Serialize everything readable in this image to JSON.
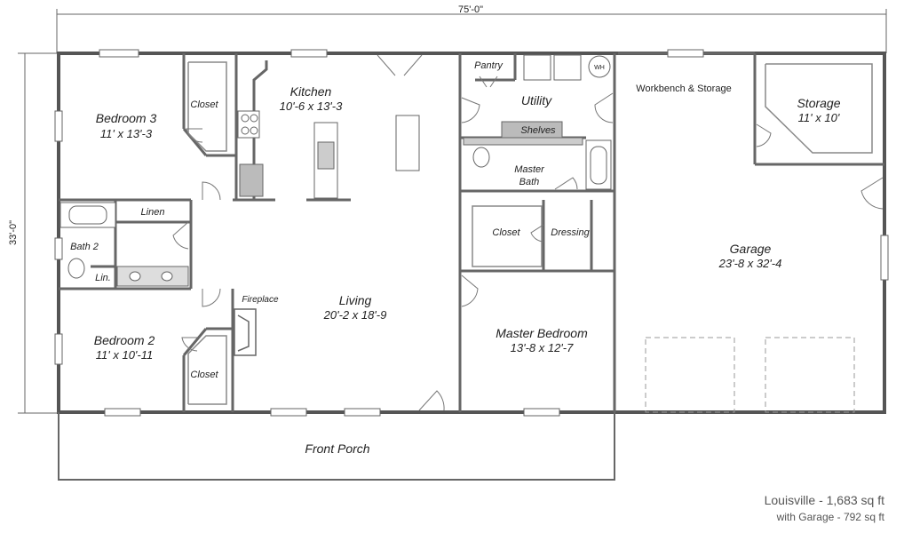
{
  "dimensions": {
    "width": "75'-0\"",
    "depth": "33'-0\""
  },
  "rooms": {
    "bedroom3": {
      "name": "Bedroom 3",
      "size": "11' x 13'-3"
    },
    "closet_b3": {
      "name": "Closet"
    },
    "kitchen": {
      "name": "Kitchen",
      "size": "10'-6 x 13'-3"
    },
    "pantry": {
      "name": "Pantry"
    },
    "utility": {
      "name": "Utility"
    },
    "wh": {
      "name": "WH"
    },
    "shelves": {
      "name": "Shelves"
    },
    "master_bath": {
      "name": "Master",
      "name2": "Bath"
    },
    "workbench": {
      "name": "Workbench & Storage"
    },
    "storage": {
      "name": "Storage",
      "size": "11' x 10'"
    },
    "linen": {
      "name": "Linen"
    },
    "bath2": {
      "name": "Bath 2"
    },
    "lin": {
      "name": "Lin."
    },
    "closet_master": {
      "name": "Closet"
    },
    "dressing": {
      "name": "Dressing"
    },
    "garage": {
      "name": "Garage",
      "size": "23'-8 x 32'-4"
    },
    "fireplace": {
      "name": "Fireplace"
    },
    "living": {
      "name": "Living",
      "size": "20'-2 x 18'-9"
    },
    "master_bedroom": {
      "name": "Master Bedroom",
      "size": "13'-8 x 12'-7"
    },
    "bedroom2": {
      "name": "Bedroom 2",
      "size": "11' x 10'-11"
    },
    "closet_b2": {
      "name": "Closet"
    },
    "front_porch": {
      "name": "Front Porch"
    }
  },
  "caption": {
    "line1": "Louisville - 1,683 sq ft",
    "line2": "with Garage - 792 sq ft"
  },
  "colors": {
    "wall": "#555555",
    "line": "#777777",
    "text": "#222222",
    "caption": "#555555"
  }
}
